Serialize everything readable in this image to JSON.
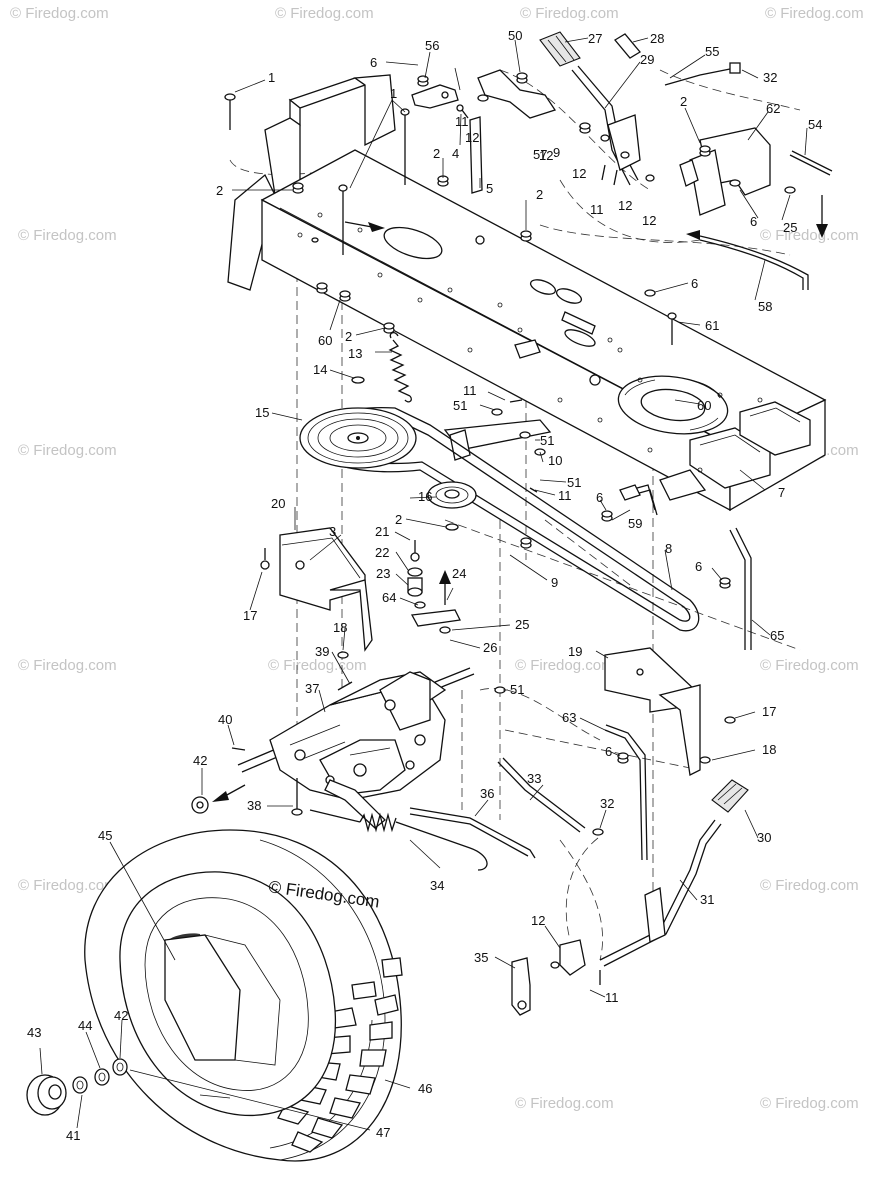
{
  "watermark": {
    "text": "© Firedog.com"
  },
  "copyright": {
    "text": "© Firedog.com"
  },
  "callouts": [
    "1",
    "1",
    "2",
    "2",
    "2",
    "2",
    "2",
    "2",
    "3",
    "4",
    "5",
    "6",
    "6",
    "6",
    "6",
    "6",
    "6",
    "7",
    "8",
    "9",
    "9",
    "10",
    "11",
    "11",
    "11",
    "11",
    "11",
    "12",
    "12",
    "12",
    "12",
    "12",
    "12",
    "13",
    "14",
    "15",
    "16",
    "17",
    "17",
    "18",
    "18",
    "19",
    "20",
    "21",
    "22",
    "23",
    "24",
    "25",
    "25",
    "26",
    "27",
    "28",
    "29",
    "30",
    "31",
    "32",
    "32",
    "33",
    "34",
    "35",
    "36",
    "37",
    "38",
    "39",
    "40",
    "41",
    "42",
    "42",
    "43",
    "44",
    "45",
    "46",
    "47",
    "50",
    "51",
    "51",
    "51",
    "51",
    "54",
    "55",
    "56",
    "57",
    "58",
    "59",
    "60",
    "60",
    "61",
    "62",
    "63",
    "64",
    "65"
  ],
  "colors": {
    "line": "#111111",
    "watermark": "#c4c4c4",
    "background": "#ffffff"
  }
}
